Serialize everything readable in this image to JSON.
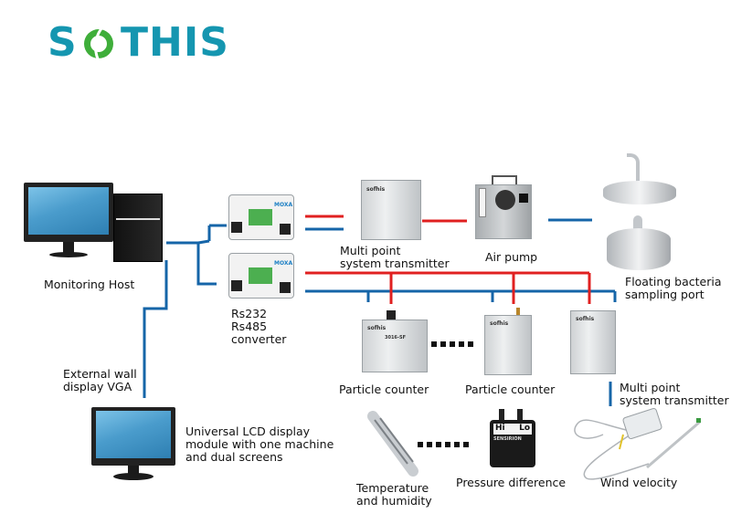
{
  "logo": {
    "text_left": "S",
    "text_mid": "O",
    "text_right": "THIS",
    "brand_color": "#1596b0",
    "accent_color": "#3fae3a"
  },
  "colors": {
    "signal_line": "#1565a8",
    "air_line": "#e02020"
  },
  "nodes": {
    "monitoring_host": "Monitoring Host",
    "converter": [
      "Rs232",
      "Rs485",
      "converter"
    ],
    "transmitter_top": [
      "Multi point",
      "system transmitter"
    ],
    "air_pump": "Air pump",
    "bacteria_port": [
      "Floating bacteria",
      "sampling port"
    ],
    "particle_counter_1": "Particle counter",
    "particle_counter_2": "Particle counter",
    "transmitter_bottom": [
      "Multi point",
      "system transmitter"
    ],
    "external_wall": [
      "External wall",
      "display VGA"
    ],
    "lcd_display": [
      "Universal LCD display",
      "module with one machine",
      "and dual screens"
    ],
    "temp_humidity": [
      "Temperature",
      "and humidity"
    ],
    "pressure_difference": "Pressure difference",
    "wind_velocity": "Wind velocity"
  },
  "device_marks": {
    "sensor_brand": "sofhis",
    "converter_brand": "MOXA",
    "pressure_hi": "Hi",
    "pressure_lo": "Lo",
    "pressure_brand": "SENSIRION",
    "particle_model": "3016-SF"
  }
}
